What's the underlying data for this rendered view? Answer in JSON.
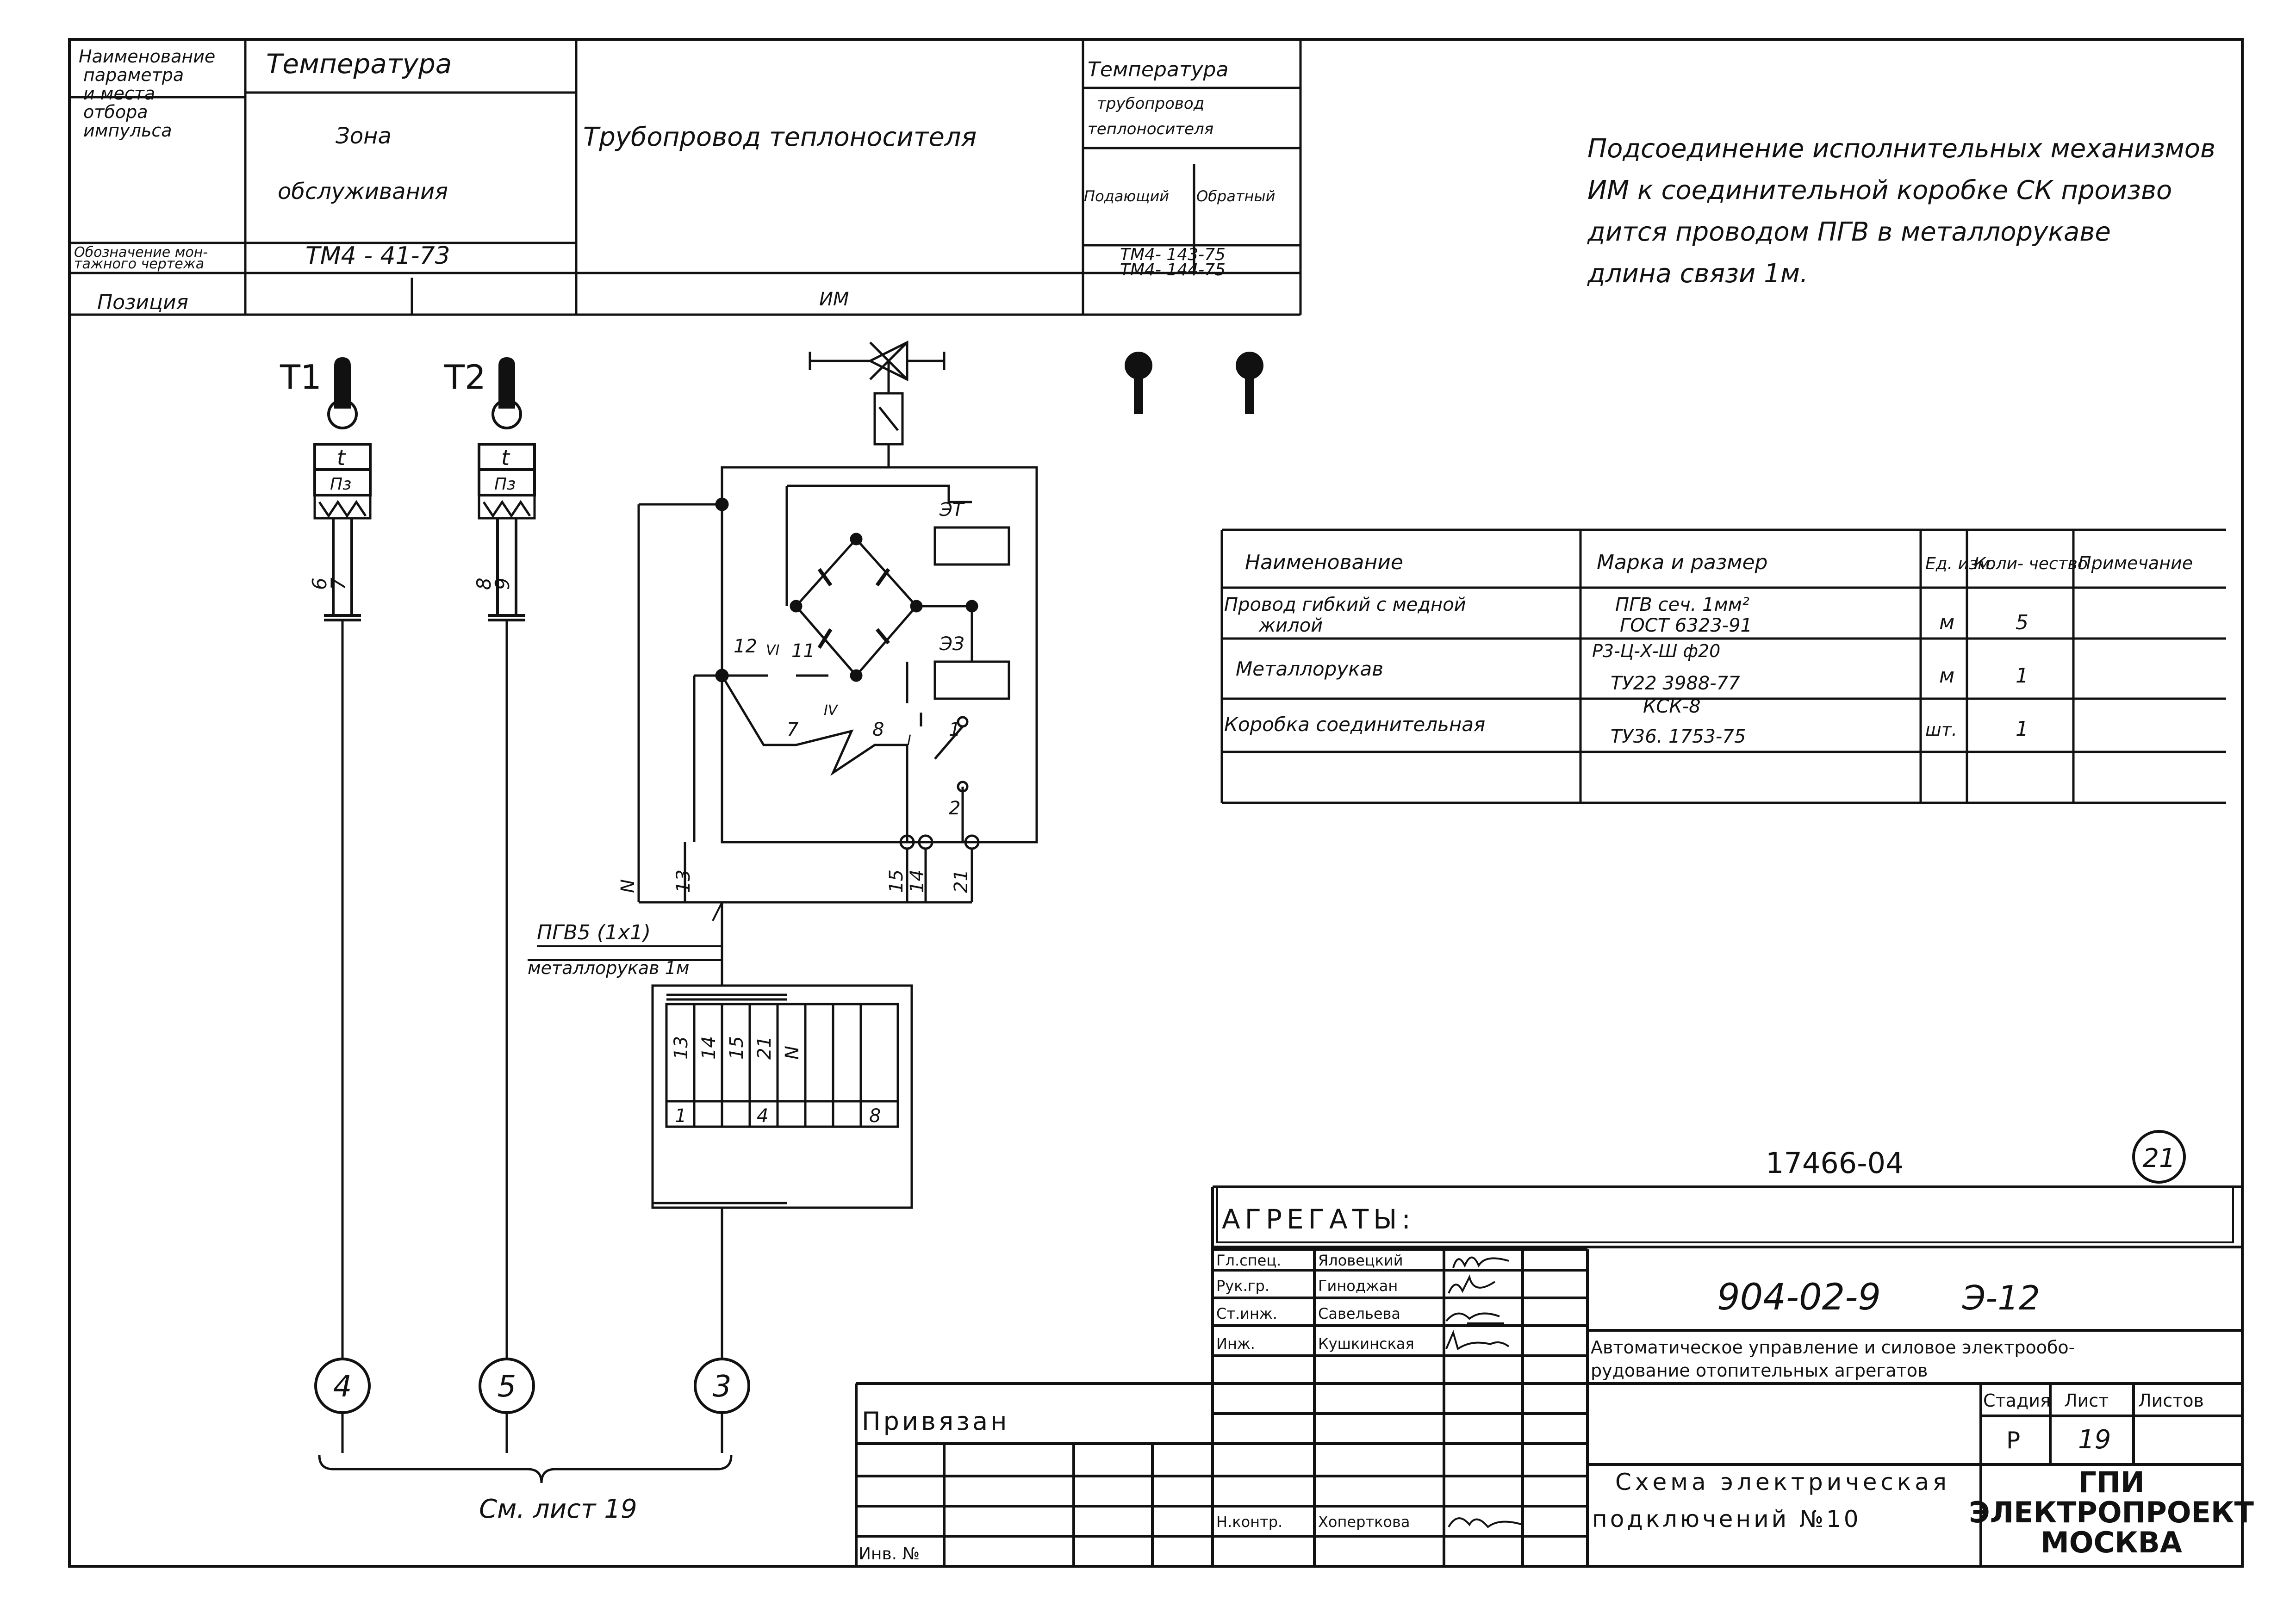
{
  "header_table": {
    "param_label": [
      "Наименование",
      "параметра",
      "и места",
      "отбора",
      "импульса"
    ],
    "montage_label": [
      "Обозначение мон-",
      "тажного чертежа"
    ],
    "position_label": "Позиция",
    "temperature_1": "Температура",
    "zone": [
      "Зона",
      "обслуживания"
    ],
    "drawing_1": "ТМ4 - 41-73",
    "pipeline": "Трубопровод теплоносителя",
    "im": "ИМ",
    "temperature_2": "Температура",
    "pipeline_small": [
      "трубопровод",
      "теплоносителя"
    ],
    "supply": "Подающий",
    "return": "Обратный",
    "drawing_2": [
      "ТМ4- 143-75",
      "ТМ4- 144-75"
    ]
  },
  "note": [
    "Подсоединение исполнительных механизмов",
    "ИМ к соединительной коробке СК произво",
    "дится проводом ПГВ в металлорукаве",
    "длина связи 1м."
  ],
  "sensors": [
    {
      "id": "T1",
      "func": "t",
      "dev": "Пз",
      "wires": [
        "6",
        "7"
      ],
      "ref": "4"
    },
    {
      "id": "T2",
      "func": "t",
      "dev": "Пз",
      "wires": [
        "8",
        "9"
      ],
      "ref": "5"
    }
  ],
  "scheme": {
    "relay_labels": [
      "ЭТ",
      "ЭЗ"
    ],
    "terminals": [
      "12",
      "11",
      "7",
      "8",
      "1",
      "2"
    ],
    "roman": [
      "VI",
      "IV",
      "I"
    ],
    "wire_labels": [
      "N",
      "13",
      "15",
      "14",
      "21"
    ],
    "cable_1": "ПГВ5 (1х1)",
    "cable_2": "металлорукав 1м",
    "box_top": [
      "13",
      "14",
      "15",
      "21",
      "N"
    ],
    "box_bottom": [
      "1",
      "4",
      "8"
    ],
    "ref": "3"
  },
  "see_sheet": "См. лист 19",
  "materials": {
    "headers": [
      "Наименование",
      "Марка и размер",
      "Ед. изм.",
      "Коли- чество",
      "Примечание"
    ],
    "rows": [
      {
        "name": [
          "Провод гибкий с медной",
          "жилой"
        ],
        "mark": [
          "ПГВ сеч. 1мм²",
          "ГОСТ 6323-91"
        ],
        "unit": "м",
        "qty": "5"
      },
      {
        "name": [
          "Металлорукав"
        ],
        "mark": [
          "Р3-Ц-Х-Ш ф20",
          "ТУ22 3988-77"
        ],
        "unit": "м",
        "qty": "1"
      },
      {
        "name": [
          "Коробка соединительная"
        ],
        "mark": [
          "КСК-8",
          "ТУ36. 1753-75"
        ],
        "unit": "шт.",
        "qty": "1"
      }
    ]
  },
  "archive_number": "17466-04",
  "sheet_circle": "21",
  "title_block": {
    "aggregates": "АГРЕГАТЫ:",
    "roles": [
      "Гл.спец.",
      "Рук.гр.",
      "Ст.инж.",
      "Инж."
    ],
    "names": [
      "Яловецкий",
      "Гиноджан",
      "Савельева",
      "Кушкинская"
    ],
    "bound": "Привязан",
    "inv": "Инв. №",
    "nkontr": "Н.контр.",
    "nkontr_name": "Хоперткова",
    "code": "904-02-9",
    "sheet_code": "Э-12",
    "project": [
      "Автоматическое управление и силовое электрообо-",
      "рудование отопительных агрегатов"
    ],
    "stage_label": "Стадия",
    "list_label": "Лист",
    "lists_label": "Листов",
    "stage": "Р",
    "list": "19",
    "lists": "",
    "drawing_title": [
      "Схема электрическая",
      "подключений №10"
    ],
    "org": [
      "ГПИ",
      "ЭЛЕКТРОПРОЕКТ",
      "МОСКВА"
    ]
  }
}
